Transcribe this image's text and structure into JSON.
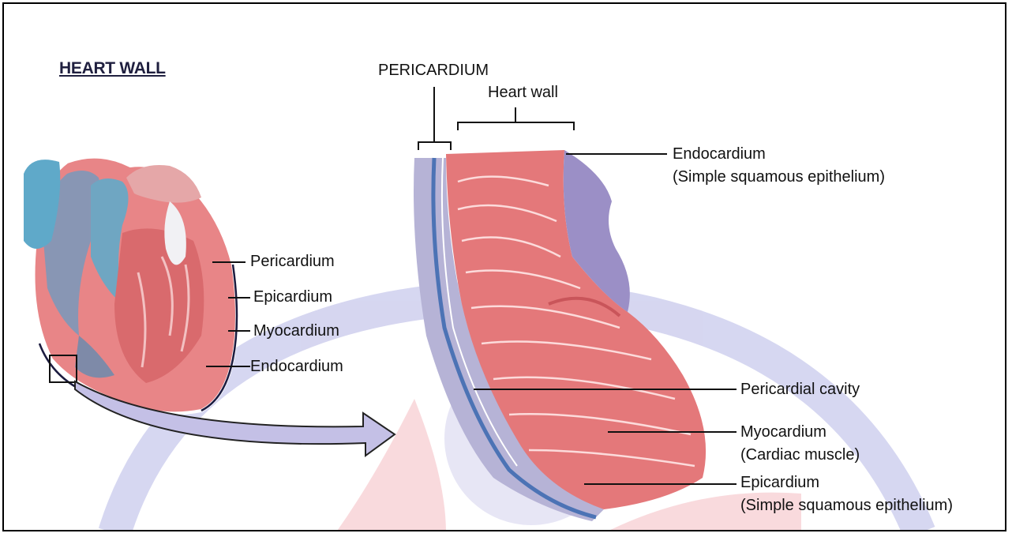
{
  "title": "HEART WALL",
  "left_labels": {
    "pericardium": "Pericardium",
    "epicardium": "Epicardium",
    "myocardium": "Myocardium",
    "endocardium": "Endocardium"
  },
  "right_labels": {
    "pericardium_top": "PERICARDIUM",
    "heart_wall": "Heart wall",
    "endocardium": "Endocardium",
    "endocardium_sub": "(Simple squamous epithelium)",
    "pericardial_cavity": "Pericardial cavity",
    "myocardium": "Myocardium",
    "myocardium_sub": "(Cardiac muscle)",
    "epicardium": "Epicardium",
    "epicardium_sub": "(Simple squamous epithelium)"
  },
  "colors": {
    "muscle": "#e4787a",
    "muscle_dark": "#c9555a",
    "vessel_blue": "#5fa9c9",
    "tissue_purple": "#9b8fc6",
    "arrow_fill": "#c4c0e6",
    "watermark_blue": "#cfd0ee",
    "watermark_red": "#f6c9cd"
  },
  "icons": {
    "zoom_arrow": "curved-arrow-icon",
    "zoom_box": "zoom-box-icon"
  }
}
